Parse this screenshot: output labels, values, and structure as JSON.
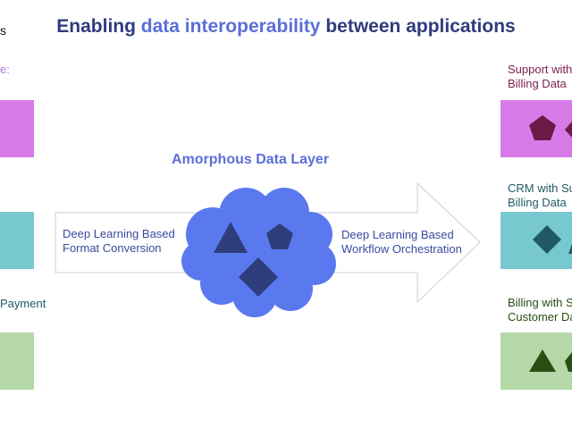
{
  "title": {
    "part1": "Enabling ",
    "accent": "data interoperability",
    "part2": " between applications"
  },
  "left": {
    "header_fragment": "s",
    "label1_fragment": "e:",
    "label3_fragment": " Payment"
  },
  "center": {
    "layer_label": "Amorphous Data Layer",
    "conversion_line1": "Deep Learning Based",
    "conversion_line2": "Format Conversion",
    "orchestration_line1": "Deep Learning Based",
    "orchestration_line2": "Workflow Orchestration"
  },
  "right": {
    "item1_line1": "Support with",
    "item1_line2": "Billing Data",
    "item2_line1": "CRM with Su",
    "item2_line2": "Billing Data",
    "item3_line1": "Billing with S",
    "item3_line2": "Customer Da"
  },
  "colors": {
    "title": "#2f3b7e",
    "accent": "#5b6fd8",
    "cloud": "#5a79ef",
    "shape_dark": "#2e3d7c",
    "purple_box": "#d77ae8",
    "teal_box": "#78c8d0",
    "green_box": "#b6d7a8",
    "purple_shape": "#6b1a45",
    "teal_shape": "#1f5a63",
    "green_shape": "#274e13",
    "purple_text": "#7a1f4d",
    "teal_text": "#1f5a63",
    "green_text": "#274e13"
  }
}
